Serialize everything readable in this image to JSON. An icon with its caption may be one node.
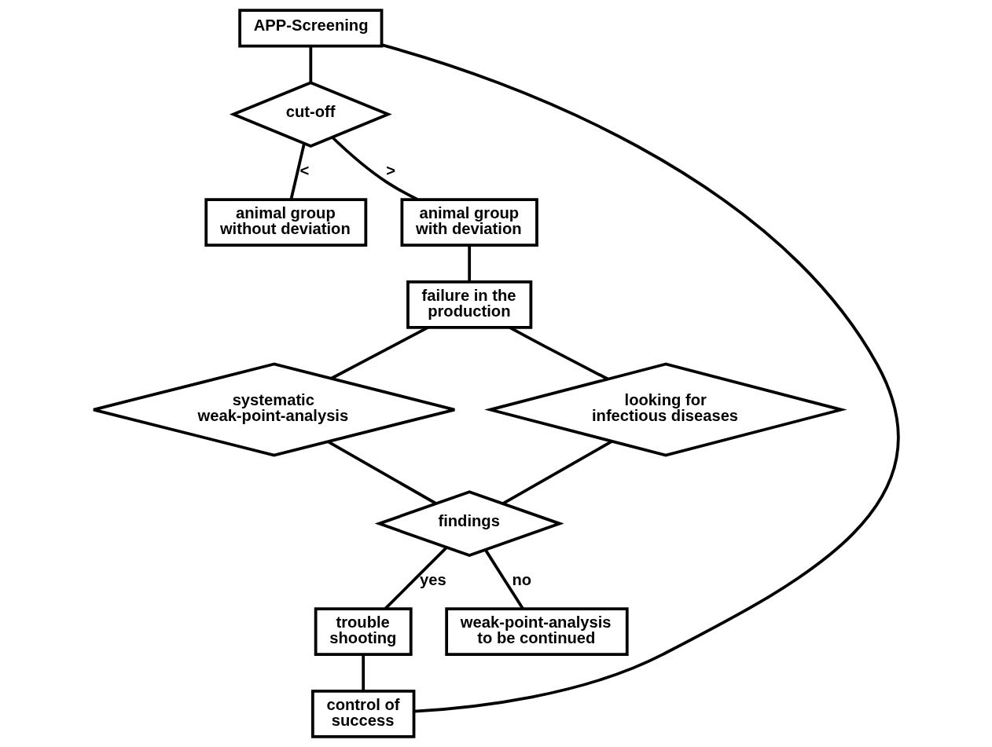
{
  "diagram": {
    "nodes": [
      {
        "text": [
          "APP-Screening"
        ]
      },
      {
        "text": [
          "cut-off"
        ]
      },
      {
        "text": [
          "animal group without deviation"
        ]
      },
      {
        "text": [
          "animal group with deviation"
        ]
      },
      {
        "text": [
          "failure in the production"
        ]
      },
      {
        "text": [
          "systematic weak-point-analysis"
        ]
      },
      {
        "text": [
          "looking for infectious diseases"
        ]
      },
      {
        "text": [
          "findings"
        ]
      },
      {
        "text": [
          "trouble shooting"
        ]
      },
      {
        "text": [
          "weak-point-analysis to be continued"
        ]
      },
      {
        "text": [
          "control of success"
        ]
      }
    ],
    "edges": [
      {
        "from": 0,
        "to": 1,
        "arrow": "none"
      },
      {
        "from": 1,
        "to": 2,
        "arrow": "none",
        "label": "<"
      },
      {
        "from": 1,
        "to": 3,
        "arrow": "none",
        "label": ">"
      },
      {
        "from": 3,
        "to": 4,
        "arrow": "none"
      },
      {
        "from": 4,
        "to": 5,
        "arrow": "none"
      },
      {
        "from": 4,
        "to": 6,
        "arrow": "none"
      },
      {
        "from": 5,
        "to": 7,
        "arrow": "none"
      },
      {
        "from": 6,
        "to": 7,
        "arrow": "none"
      },
      {
        "from": 7,
        "to": 8,
        "arrow": "none",
        "label": "yes"
      },
      {
        "from": 7,
        "to": 9,
        "arrow": "none",
        "label": "no"
      },
      {
        "from": 8,
        "to": 10,
        "arrow": "none"
      },
      {
        "from": 10,
        "to": 0,
        "arrow": "none"
      }
    ]
  }
}
